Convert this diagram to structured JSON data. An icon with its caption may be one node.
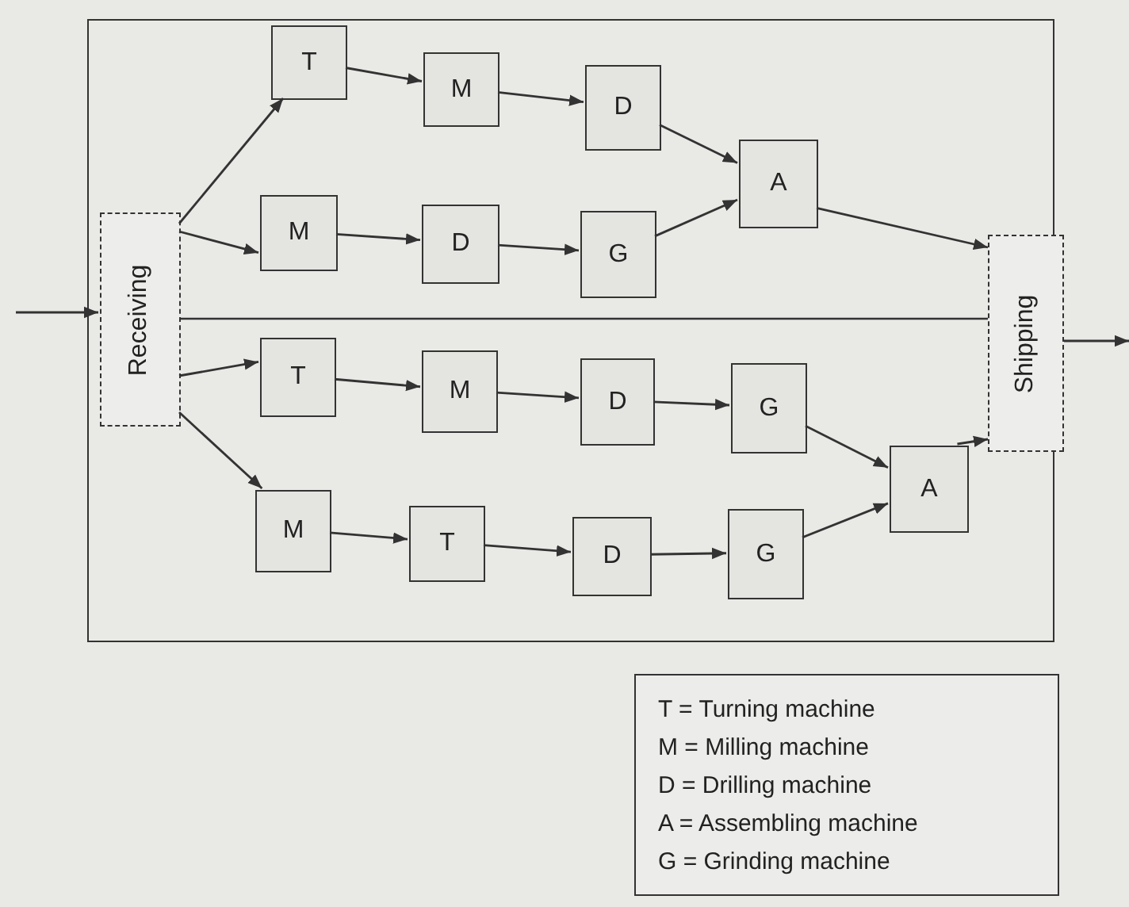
{
  "diagram": {
    "nodes": [
      {
        "text": [],
        "shape": "box"
      },
      {
        "text": [
          "Receiving"
        ],
        "in": 0
      },
      {
        "text": [
          "Shipping"
        ]
      },
      {
        "text": [
          "T"
        ],
        "in": 0
      },
      {
        "text": [
          "M"
        ],
        "in": 0
      },
      {
        "text": [
          "D"
        ],
        "in": 0
      },
      {
        "text": [
          "M"
        ],
        "in": 0
      },
      {
        "text": [
          "D"
        ],
        "in": 0
      },
      {
        "text": [
          "G"
        ],
        "in": 0
      },
      {
        "text": [
          "A"
        ],
        "in": 0
      },
      {
        "text": [
          "T"
        ],
        "in": 0
      },
      {
        "text": [
          "M"
        ],
        "in": 0
      },
      {
        "text": [
          "D"
        ],
        "in": 0
      },
      {
        "text": [
          "G"
        ],
        "in": 0
      },
      {
        "text": [
          "M"
        ],
        "in": 0
      },
      {
        "text": [
          "T"
        ],
        "in": 0
      },
      {
        "text": [
          "D"
        ],
        "in": 0
      },
      {
        "text": [
          "G"
        ],
        "in": 0
      },
      {
        "text": [
          "A"
        ],
        "in": 0
      }
    ],
    "edges": [
      {
        "from": null,
        "to": 1,
        "arrow": "to"
      },
      {
        "from": 1,
        "to": 3,
        "arrow": "to"
      },
      {
        "from": 3,
        "to": 4,
        "arrow": "to"
      },
      {
        "from": 4,
        "to": 5,
        "arrow": "to"
      },
      {
        "from": 5,
        "to": 9,
        "arrow": "to"
      },
      {
        "from": 1,
        "to": 6,
        "arrow": "to"
      },
      {
        "from": 6,
        "to": 7,
        "arrow": "to"
      },
      {
        "from": 7,
        "to": 8,
        "arrow": "to"
      },
      {
        "from": 8,
        "to": 9,
        "arrow": "to"
      },
      {
        "from": 9,
        "to": 2,
        "arrow": "to"
      },
      {
        "from": 1,
        "to": 10,
        "arrow": "to"
      },
      {
        "from": 10,
        "to": 11,
        "arrow": "to"
      },
      {
        "from": 11,
        "to": 12,
        "arrow": "to"
      },
      {
        "from": 12,
        "to": 13,
        "arrow": "to"
      },
      {
        "from": 13,
        "to": 18,
        "arrow": "to"
      },
      {
        "from": 1,
        "to": 14,
        "arrow": "to"
      },
      {
        "from": 14,
        "to": 15,
        "arrow": "to"
      },
      {
        "from": 15,
        "to": 16,
        "arrow": "to"
      },
      {
        "from": 16,
        "to": 17,
        "arrow": "to"
      },
      {
        "from": 17,
        "to": 18,
        "arrow": "to"
      },
      {
        "from": 18,
        "to": 2,
        "arrow": "to"
      },
      {
        "from": 2,
        "to": null,
        "arrow": "to"
      }
    ],
    "labels": [
      "T = Turning machine",
      "M = Milling machine",
      "D = Drilling machine",
      "A = Assembling machine",
      "G = Grinding machine"
    ]
  }
}
